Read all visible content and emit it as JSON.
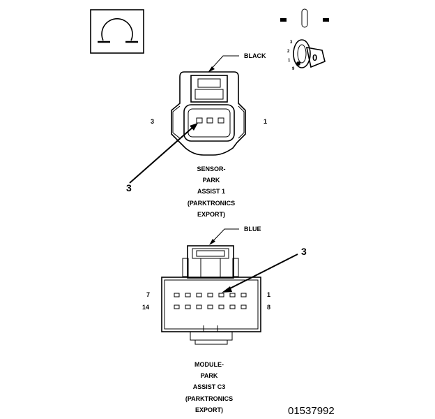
{
  "meter": {
    "symbol": "Ω"
  },
  "key_icon": {
    "numbers": [
      "3",
      "2",
      "1",
      "9"
    ],
    "key_label": "0"
  },
  "sensor_connector": {
    "color_label": "BLACK",
    "pin_left": "3",
    "pin_right": "1",
    "callout": "3",
    "caption": [
      "SENSOR-",
      "PARK",
      "ASSIST 1",
      "(PARKTRONICS",
      "EXPORT)"
    ]
  },
  "module_connector": {
    "color_label": "BLUE",
    "pin_top_left": "7",
    "pin_top_right": "1",
    "pin_bottom_left": "14",
    "pin_bottom_right": "8",
    "callout": "3",
    "caption": [
      "MODULE-",
      "PARK",
      "ASSIST C3",
      "(PARKTRONICS",
      "EXPORT)"
    ]
  },
  "figure_number": "01537992"
}
